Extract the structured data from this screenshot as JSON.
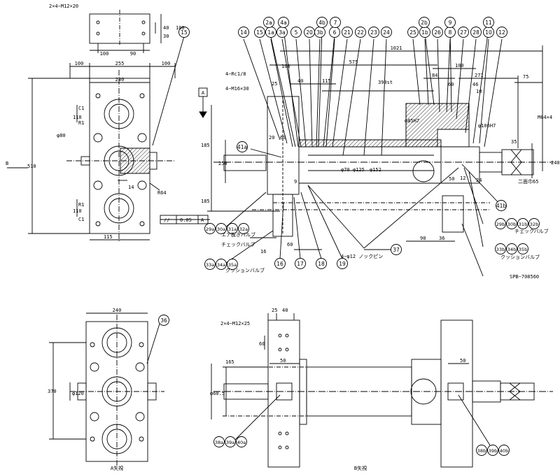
{
  "balloons": [
    {
      "label": "15"
    },
    {
      "label": "14"
    },
    {
      "label": "15"
    },
    {
      "label": "1a"
    },
    {
      "label": "2a"
    },
    {
      "label": "3a"
    },
    {
      "label": "4a"
    },
    {
      "label": "5"
    },
    {
      "label": "20"
    },
    {
      "label": "3b"
    },
    {
      "label": "4b"
    },
    {
      "label": "6"
    },
    {
      "label": "7"
    },
    {
      "label": "21"
    },
    {
      "label": "22"
    },
    {
      "label": "23"
    },
    {
      "label": "24"
    },
    {
      "label": "25"
    },
    {
      "label": "1b"
    },
    {
      "label": "2b"
    },
    {
      "label": "26"
    },
    {
      "label": "8"
    },
    {
      "label": "9"
    },
    {
      "label": "27"
    },
    {
      "label": "28"
    },
    {
      "label": "10"
    },
    {
      "label": "11"
    },
    {
      "label": "12"
    },
    {
      "label": "41a"
    },
    {
      "label": "41b"
    },
    {
      "label": "16"
    },
    {
      "label": "17"
    },
    {
      "label": "18"
    },
    {
      "label": "19"
    },
    {
      "label": "37"
    },
    {
      "label": "36"
    }
  ],
  "group_balloons": [
    {
      "label": "29a 30a 31a 32a"
    },
    {
      "label": "33a 34a 35a"
    },
    {
      "label": "29b 30b 31b 32b"
    },
    {
      "label": "33b 34b 35b"
    },
    {
      "label": "38a 39a 40a"
    },
    {
      "label": "38b 39b 40b"
    }
  ],
  "notes": {
    "tap_top": "2×4−M12×20",
    "tap_bottom": "2×4−M12×25",
    "rc": "4−Rc1/8",
    "m16": "4−M16×30",
    "m64": "M64×4",
    "knock_pin": "4−φ12 ノックピン",
    "spb": "SPB−708560",
    "air_valve": "エア抜きバルブ",
    "check_valve_left": "チェックバルブ",
    "cushion_valve_left": "クッションバルブ",
    "check_valve_right": "チェックバルブ",
    "cushion_valve_right": "クッションバルブ",
    "flat_width": "二面巾65",
    "datum": "A",
    "tolerance_sym": "//",
    "tolerance_val": "0.05",
    "tolerance_ref": "A",
    "view_a": "A矢視",
    "view_b": "B矢視",
    "b_arrow": "B"
  },
  "dims": {
    "d100a": "100",
    "d90a": "90",
    "d30": "30",
    "d40": "40",
    "d100b": "100",
    "d100c": "100",
    "d255": "255",
    "d100d": "100",
    "d240a": "240",
    "d510": "510",
    "d110a": "110",
    "d110b": "110",
    "d115": "115",
    "d14": "14",
    "r64": "R64",
    "c1a": "C1",
    "r1a": "R1",
    "r1b": "R1",
    "c1b": "C1",
    "phi80": "φ80",
    "d1021": "1021",
    "d575": "575",
    "d100e": "100",
    "d115b": "115",
    "d40b": "40",
    "d25": "25",
    "d20": "20",
    "d60": "60",
    "d390st": "390st",
    "d84": "84",
    "d100f": "100",
    "d271": "271",
    "d75": "75",
    "d60b": "60",
    "d10": "10",
    "d46": "46",
    "d35": "35",
    "d240b": "240",
    "d250": "250",
    "d185a": "185",
    "d185b": "185",
    "phi152": "φ152",
    "phi125": "φ125",
    "phi70": "φ70",
    "phi106": "φ106H7",
    "phi85": "φ85H7",
    "d90b": "90",
    "d36": "36",
    "d50": "50",
    "d12": "12",
    "d24": "24",
    "d9": "9",
    "d60c": "60",
    "d16": "16",
    "d240c": "240",
    "d370": "370",
    "phi120": "φ120",
    "d25b": "25",
    "d40c": "40",
    "d60d": "60",
    "d165": "165",
    "d50b": "50",
    "d50c": "50",
    "phi60": "φ60.5"
  }
}
